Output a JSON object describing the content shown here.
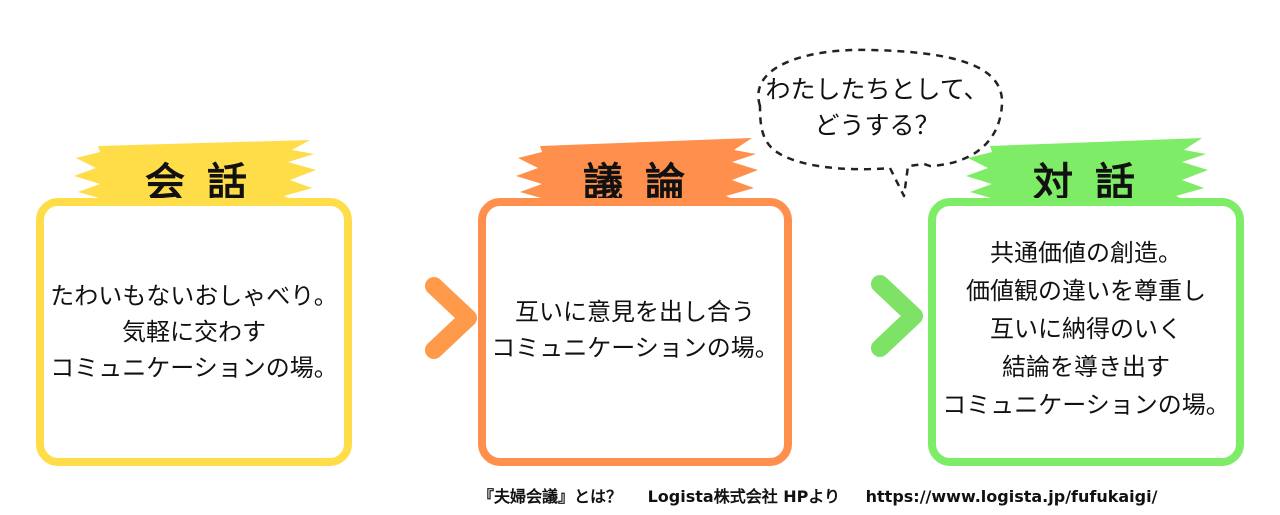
{
  "colors": {
    "kaiwa": "#fedd49",
    "giron": "#fe8f4c",
    "taiwa": "#7eec66",
    "arrow1_start": "#fee07a",
    "arrow1_end": "#fe9a4a",
    "arrow2_start": "#f59a62",
    "arrow2_end": "#7ee266"
  },
  "kaiwa": {
    "title": "会話",
    "lines": [
      "たわいもないおしゃべり。",
      "気軽に交わす",
      "コミュニケーションの場。"
    ]
  },
  "giron": {
    "title": "議論",
    "lines": [
      "互いに意見を出し合う",
      "コミュニケーションの場。"
    ]
  },
  "taiwa": {
    "title": "対話",
    "lines": [
      "共通価値の創造。",
      "価値観の違いを尊重し",
      "互いに納得のいく",
      "結論を導き出す",
      "コミュニケーションの場。"
    ]
  },
  "bubble": {
    "lines": [
      "わたしたちとして、",
      "どうする？"
    ]
  },
  "footer": {
    "title": "『夫婦会議』とは？",
    "source": "Logista株式会社 HPより",
    "url": "https://www.logista.jp/fufukaigi/"
  },
  "icons": {
    "arrow1": "arrow-right-icon",
    "arrow2": "arrow-right-icon",
    "bubble": "thought-bubble-icon"
  }
}
